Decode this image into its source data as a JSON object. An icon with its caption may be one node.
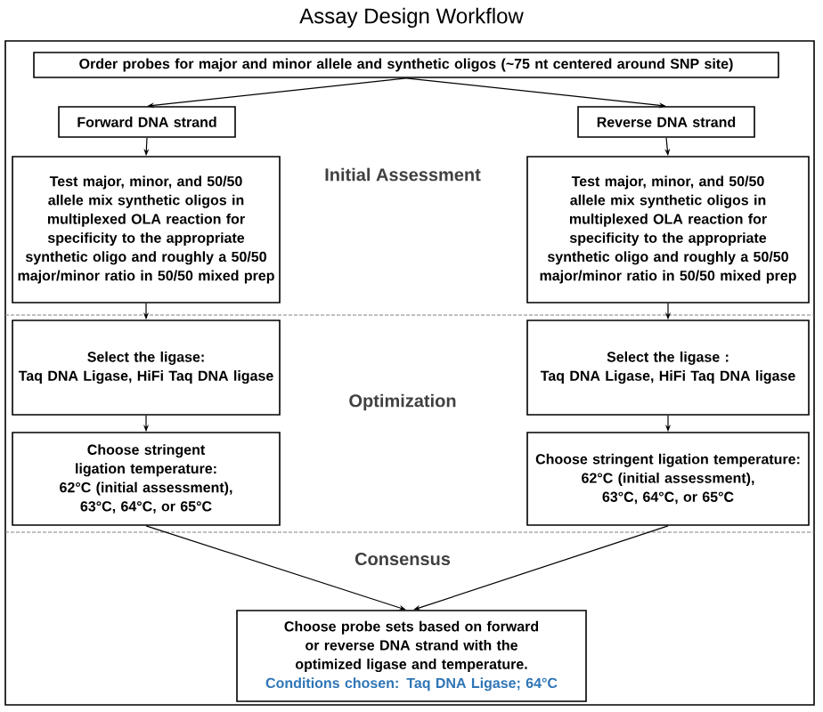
{
  "diagram": {
    "title": "Assay Design Workflow",
    "nodes": [
      {
        "text": [
          "Order probes for major and minor allele and synthetic oligos (~75 nt centered around SNP site)"
        ]
      },
      {
        "text": [
          "Forward DNA strand"
        ]
      },
      {
        "text": [
          "Reverse DNA strand"
        ]
      },
      {
        "text": [
          "Test major, minor, and 50/50 allele mix synthetic oligos in multiplexed OLA reaction for specificity to the appropriate synthetic oligo and roughly a 50/50 major/minor ratio in 50/50 mixed prep"
        ]
      },
      {
        "text": [
          "Test major, minor, and 50/50 allele mix synthetic oligos in multiplexed OLA reaction for specificity to the appropriate synthetic oligo and roughly a 50/50 major/minor ratio in 50/50 mixed prep"
        ]
      },
      {
        "text": [
          "Select the ligase:",
          "Taq DNA Ligase, HiFi Taq DNA ligase"
        ]
      },
      {
        "text": [
          "Select the ligase :",
          "Taq DNA Ligase, HiFi Taq DNA ligase"
        ]
      },
      {
        "text": [
          "Choose stringent ligation temperature:",
          "62°C (initial assessment), 63°C, 64°C, or 65°C"
        ]
      },
      {
        "text": [
          "Choose stringent ligation temperature:",
          "62°C (initial assessment), 63°C, 64°C, or 65°C"
        ]
      },
      {
        "text": [
          "Choose probe sets based on forward or reverse DNA strand with the optimized ligase and temperature.",
          "Conditions chosen: Taq DNA Ligase; 64°C"
        ]
      }
    ],
    "edges": [
      {
        "from": 0,
        "to": 1,
        "arrow": "to"
      },
      {
        "from": 0,
        "to": 2,
        "arrow": "to"
      },
      {
        "from": 1,
        "to": 3,
        "arrow": "to"
      },
      {
        "from": 2,
        "to": 4,
        "arrow": "to"
      },
      {
        "from": 3,
        "to": 5,
        "arrow": "to"
      },
      {
        "from": 4,
        "to": 6,
        "arrow": "to"
      },
      {
        "from": 5,
        "to": 7,
        "arrow": "to"
      },
      {
        "from": 6,
        "to": 8,
        "arrow": "to"
      },
      {
        "from": 7,
        "to": 9,
        "arrow": "to"
      },
      {
        "from": 8,
        "to": 9,
        "arrow": "to"
      }
    ],
    "labels": [
      "Initial Assessment",
      "Optimization",
      "Consensus"
    ]
  }
}
